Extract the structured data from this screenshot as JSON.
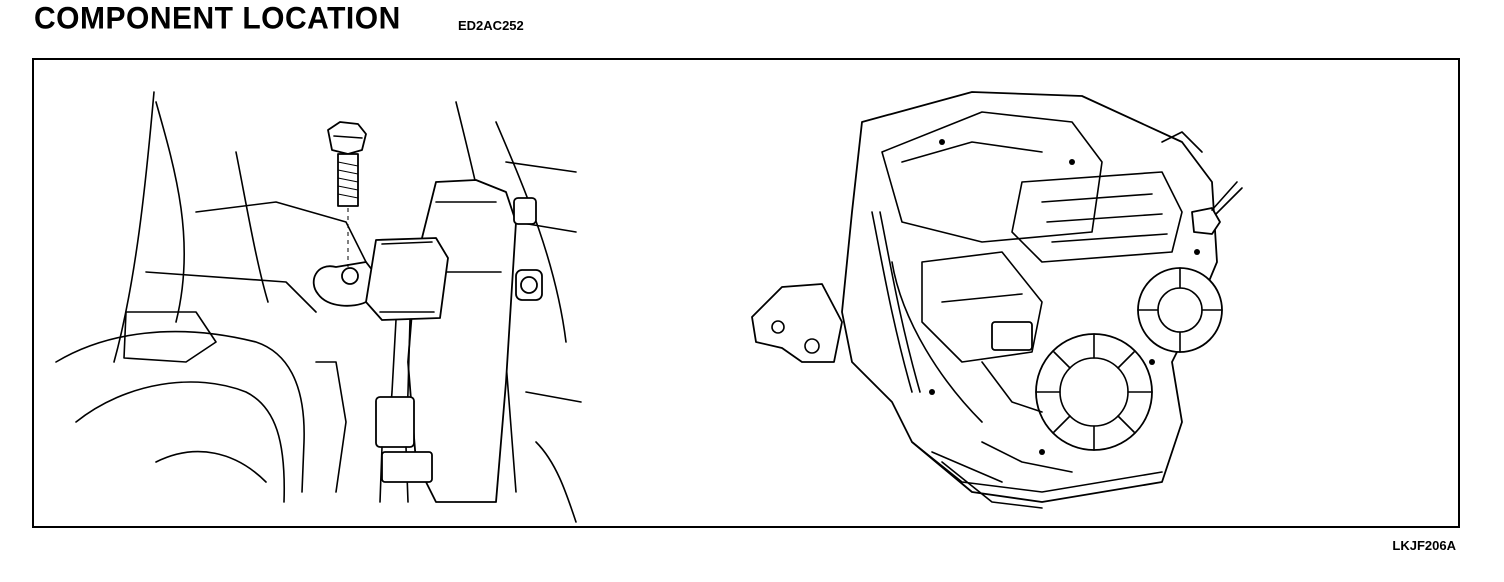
{
  "header": {
    "title": "COMPONENT LOCATION",
    "code": "ED2AC252"
  },
  "figure": {
    "id": "LKJF206A"
  }
}
